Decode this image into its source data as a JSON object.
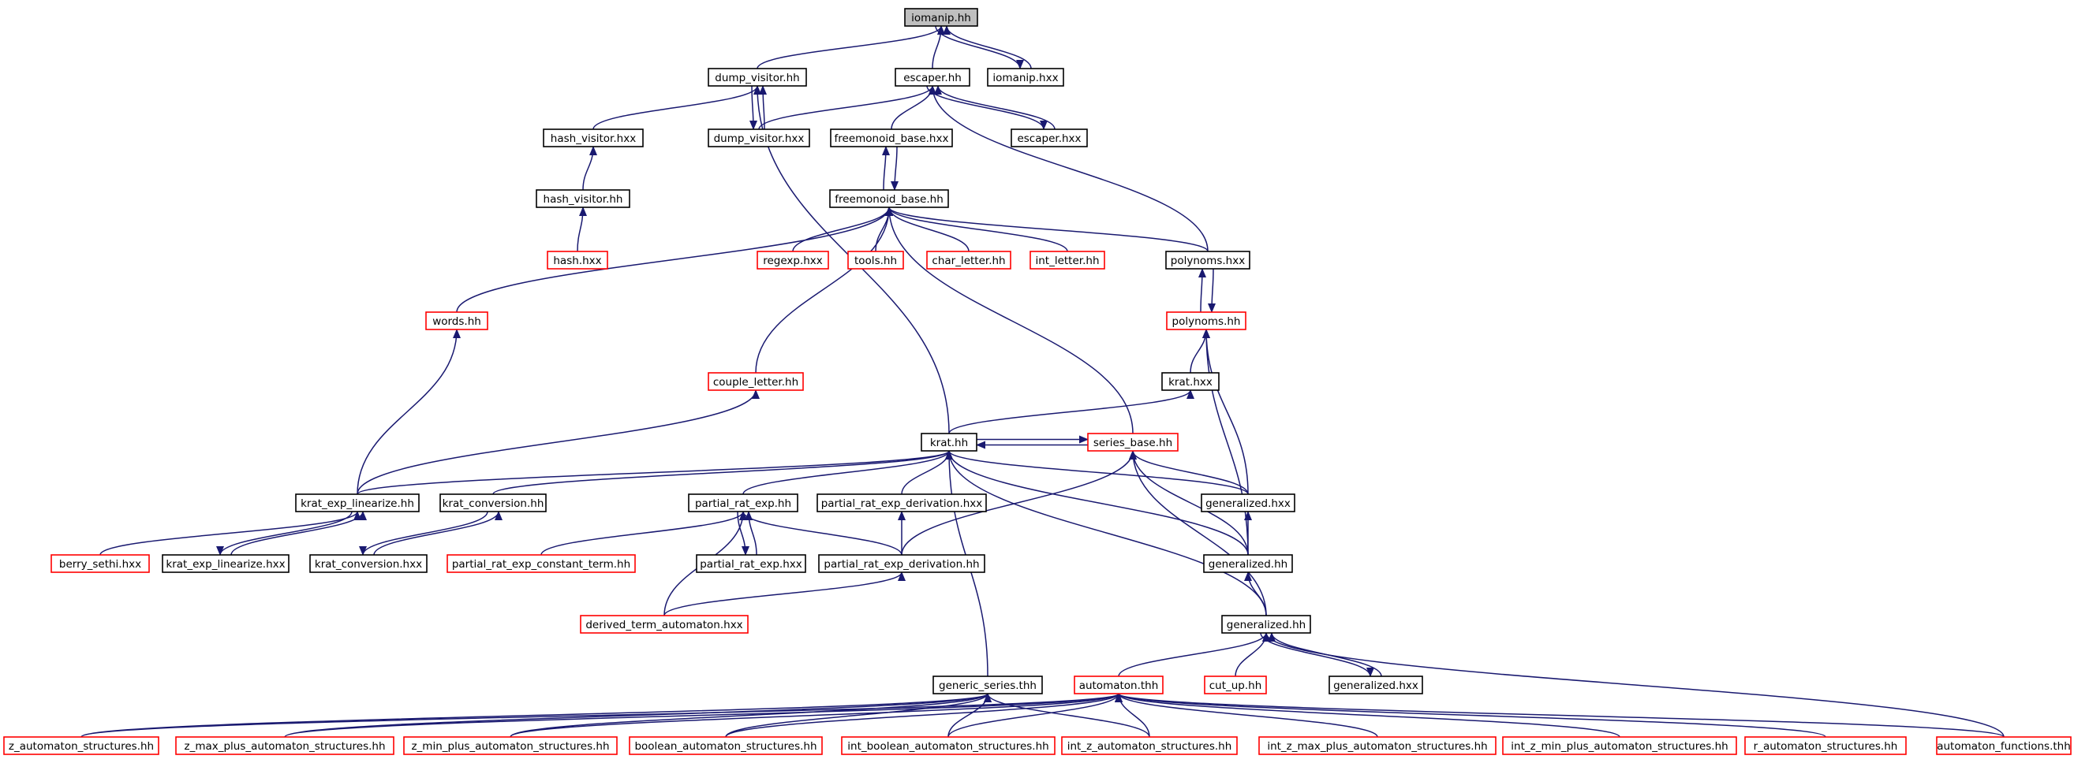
{
  "colors": {
    "edge": "#191970",
    "normal_border": "#000000",
    "incomplete_border": "#ff0000",
    "current_fill": "#bfbfbf",
    "node_fill": "#ffffff",
    "text": "#000000"
  },
  "nodes": {
    "iomanip_hh": {
      "label": "iomanip.hh",
      "style": "current"
    },
    "dump_visitor_hh": {
      "label": "dump_visitor.hh",
      "style": "normal"
    },
    "escaper_hh": {
      "label": "escaper.hh",
      "style": "normal"
    },
    "iomanip_hxx": {
      "label": "iomanip.hxx",
      "style": "normal"
    },
    "hash_visitor_hxx": {
      "label": "hash_visitor.hxx",
      "style": "normal"
    },
    "dump_visitor_hxx": {
      "label": "dump_visitor.hxx",
      "style": "normal"
    },
    "freemonoid_base_hxx": {
      "label": "freemonoid_base.hxx",
      "style": "normal"
    },
    "escaper_hxx": {
      "label": "escaper.hxx",
      "style": "normal"
    },
    "hash_visitor_hh": {
      "label": "hash_visitor.hh",
      "style": "normal"
    },
    "freemonoid_base_hh": {
      "label": "freemonoid_base.hh",
      "style": "normal"
    },
    "hash_hxx": {
      "label": "hash.hxx",
      "style": "incomplete"
    },
    "regexp_hxx": {
      "label": "regexp.hxx",
      "style": "incomplete"
    },
    "tools_hh": {
      "label": "tools.hh",
      "style": "incomplete"
    },
    "char_letter_hh": {
      "label": "char_letter.hh",
      "style": "incomplete"
    },
    "int_letter_hh": {
      "label": "int_letter.hh",
      "style": "incomplete"
    },
    "polynoms_hxx": {
      "label": "polynoms.hxx",
      "style": "normal"
    },
    "words_hh": {
      "label": "words.hh",
      "style": "incomplete"
    },
    "polynoms_hh": {
      "label": "polynoms.hh",
      "style": "incomplete"
    },
    "couple_letter_hh": {
      "label": "couple_letter.hh",
      "style": "incomplete"
    },
    "krat_hxx": {
      "label": "krat.hxx",
      "style": "normal"
    },
    "krat_hh": {
      "label": "krat.hh",
      "style": "normal"
    },
    "series_base_hh": {
      "label": "series_base.hh",
      "style": "incomplete"
    },
    "krat_exp_linearize_hh": {
      "label": "krat_exp_linearize.hh",
      "style": "normal"
    },
    "krat_conversion_hh": {
      "label": "krat_conversion.hh",
      "style": "normal"
    },
    "partial_rat_exp_hh": {
      "label": "partial_rat_exp.hh",
      "style": "normal"
    },
    "partial_rat_exp_derivation_hxx": {
      "label": "partial_rat_exp_derivation.hxx",
      "style": "normal"
    },
    "generalized_hxx_a": {
      "label": "generalized.hxx",
      "style": "normal"
    },
    "berry_sethi_hxx": {
      "label": "berry_sethi.hxx",
      "style": "incomplete"
    },
    "krat_exp_linearize_hxx": {
      "label": "krat_exp_linearize.hxx",
      "style": "normal"
    },
    "krat_conversion_hxx": {
      "label": "krat_conversion.hxx",
      "style": "normal"
    },
    "partial_rat_exp_constant_term_hh": {
      "label": "partial_rat_exp_constant_term.hh",
      "style": "incomplete"
    },
    "partial_rat_exp_hxx": {
      "label": "partial_rat_exp.hxx",
      "style": "normal"
    },
    "partial_rat_exp_derivation_hh": {
      "label": "partial_rat_exp_derivation.hh",
      "style": "normal"
    },
    "generalized_hh_a": {
      "label": "generalized.hh",
      "style": "normal"
    },
    "derived_term_automaton_hxx": {
      "label": "derived_term_automaton.hxx",
      "style": "incomplete"
    },
    "generalized_hh_b": {
      "label": "generalized.hh",
      "style": "normal"
    },
    "generic_series_thh": {
      "label": "generic_series.thh",
      "style": "normal"
    },
    "automaton_thh": {
      "label": "automaton.thh",
      "style": "incomplete"
    },
    "cut_up_hh": {
      "label": "cut_up.hh",
      "style": "incomplete"
    },
    "generalized_hxx_b": {
      "label": "generalized.hxx",
      "style": "normal"
    },
    "z_automaton_structures_hh": {
      "label": "z_automaton_structures.hh",
      "style": "incomplete"
    },
    "z_max_plus_automaton_structures_hh": {
      "label": "z_max_plus_automaton_structures.hh",
      "style": "incomplete"
    },
    "z_min_plus_automaton_structures_hh": {
      "label": "z_min_plus_automaton_structures.hh",
      "style": "incomplete"
    },
    "boolean_automaton_structures_hh": {
      "label": "boolean_automaton_structures.hh",
      "style": "incomplete"
    },
    "int_boolean_automaton_structures_hh": {
      "label": "int_boolean_automaton_structures.hh",
      "style": "incomplete"
    },
    "int_z_automaton_structures_hh": {
      "label": "int_z_automaton_structures.hh",
      "style": "incomplete"
    },
    "int_z_max_plus_automaton_structures_hh": {
      "label": "int_z_max_plus_automaton_structures.hh",
      "style": "incomplete"
    },
    "int_z_min_plus_automaton_structures_hh": {
      "label": "int_z_min_plus_automaton_structures.hh",
      "style": "incomplete"
    },
    "r_automaton_structures_hh": {
      "label": "r_automaton_structures.hh",
      "style": "incomplete"
    },
    "automaton_functions_thh": {
      "label": "automaton_functions.thh",
      "style": "incomplete"
    }
  },
  "edges": [
    [
      "dump_visitor_hh",
      "iomanip_hh"
    ],
    [
      "escaper_hh",
      "iomanip_hh"
    ],
    [
      "iomanip_hxx",
      "iomanip_hh"
    ],
    [
      "iomanip_hh",
      "iomanip_hxx"
    ],
    [
      "hash_visitor_hxx",
      "dump_visitor_hh"
    ],
    [
      "dump_visitor_hxx",
      "dump_visitor_hh"
    ],
    [
      "dump_visitor_hh",
      "dump_visitor_hxx"
    ],
    [
      "krat_hh",
      "dump_visitor_hh"
    ],
    [
      "dump_visitor_hxx",
      "escaper_hh"
    ],
    [
      "freemonoid_base_hxx",
      "escaper_hh"
    ],
    [
      "escaper_hxx",
      "escaper_hh"
    ],
    [
      "escaper_hh",
      "escaper_hxx"
    ],
    [
      "polynoms_hxx",
      "escaper_hh"
    ],
    [
      "hash_visitor_hh",
      "hash_visitor_hxx"
    ],
    [
      "hash_hxx",
      "hash_visitor_hh"
    ],
    [
      "freemonoid_base_hh",
      "freemonoid_base_hxx"
    ],
    [
      "freemonoid_base_hxx",
      "freemonoid_base_hh"
    ],
    [
      "regexp_hxx",
      "freemonoid_base_hh"
    ],
    [
      "tools_hh",
      "freemonoid_base_hh"
    ],
    [
      "char_letter_hh",
      "freemonoid_base_hh"
    ],
    [
      "int_letter_hh",
      "freemonoid_base_hh"
    ],
    [
      "polynoms_hxx",
      "freemonoid_base_hh"
    ],
    [
      "words_hh",
      "freemonoid_base_hh"
    ],
    [
      "couple_letter_hh",
      "freemonoid_base_hh"
    ],
    [
      "series_base_hh",
      "freemonoid_base_hh"
    ],
    [
      "polynoms_hh",
      "polynoms_hxx"
    ],
    [
      "polynoms_hxx",
      "polynoms_hh"
    ],
    [
      "krat_hxx",
      "polynoms_hh"
    ],
    [
      "generalized_hxx_a",
      "polynoms_hh"
    ],
    [
      "generalized_hh_a",
      "polynoms_hh"
    ],
    [
      "krat_exp_linearize_hh",
      "words_hh"
    ],
    [
      "krat_exp_linearize_hh",
      "couple_letter_hh"
    ],
    [
      "krat_hh",
      "krat_hxx"
    ],
    [
      "krat_exp_linearize_hh",
      "krat_hh"
    ],
    [
      "krat_conversion_hh",
      "krat_hh"
    ],
    [
      "partial_rat_exp_hh",
      "krat_hh"
    ],
    [
      "partial_rat_exp_derivation_hxx",
      "krat_hh"
    ],
    [
      "generalized_hxx_a",
      "krat_hh"
    ],
    [
      "generalized_hh_a",
      "krat_hh"
    ],
    [
      "generalized_hh_b",
      "krat_hh"
    ],
    [
      "generic_series_thh",
      "krat_hh"
    ],
    [
      "series_base_hh",
      "krat_hh"
    ],
    [
      "krat_hh",
      "series_base_hh"
    ],
    [
      "generalized_hxx_a",
      "series_base_hh"
    ],
    [
      "generalized_hh_a",
      "series_base_hh"
    ],
    [
      "partial_rat_exp_derivation_hh",
      "series_base_hh"
    ],
    [
      "generalized_hh_b",
      "series_base_hh"
    ],
    [
      "berry_sethi_hxx",
      "krat_exp_linearize_hh"
    ],
    [
      "krat_exp_linearize_hxx",
      "krat_exp_linearize_hh"
    ],
    [
      "krat_exp_linearize_hh",
      "krat_exp_linearize_hxx"
    ],
    [
      "krat_conversion_hxx",
      "krat_conversion_hh"
    ],
    [
      "krat_conversion_hh",
      "krat_conversion_hxx"
    ],
    [
      "partial_rat_exp_constant_term_hh",
      "partial_rat_exp_hh"
    ],
    [
      "partial_rat_exp_hxx",
      "partial_rat_exp_hh"
    ],
    [
      "partial_rat_exp_hh",
      "partial_rat_exp_hxx"
    ],
    [
      "partial_rat_exp_derivation_hh",
      "partial_rat_exp_hh"
    ],
    [
      "derived_term_automaton_hxx",
      "partial_rat_exp_hh"
    ],
    [
      "partial_rat_exp_derivation_hh",
      "partial_rat_exp_derivation_hxx"
    ],
    [
      "derived_term_automaton_hxx",
      "partial_rat_exp_derivation_hh"
    ],
    [
      "generalized_hh_a",
      "generalized_hxx_a"
    ],
    [
      "generalized_hh_b",
      "generalized_hh_a"
    ],
    [
      "automaton_thh",
      "generalized_hh_b"
    ],
    [
      "cut_up_hh",
      "generalized_hh_b"
    ],
    [
      "generalized_hxx_b",
      "generalized_hh_b"
    ],
    [
      "generalized_hh_b",
      "generalized_hxx_b"
    ],
    [
      "automaton_functions_thh",
      "generalized_hh_b"
    ],
    [
      "z_automaton_structures_hh",
      "generic_series_thh"
    ],
    [
      "z_max_plus_automaton_structures_hh",
      "generic_series_thh"
    ],
    [
      "z_min_plus_automaton_structures_hh",
      "generic_series_thh"
    ],
    [
      "boolean_automaton_structures_hh",
      "generic_series_thh"
    ],
    [
      "int_boolean_automaton_structures_hh",
      "generic_series_thh"
    ],
    [
      "int_z_automaton_structures_hh",
      "generic_series_thh"
    ],
    [
      "z_automaton_structures_hh",
      "automaton_thh"
    ],
    [
      "z_max_plus_automaton_structures_hh",
      "automaton_thh"
    ],
    [
      "z_min_plus_automaton_structures_hh",
      "automaton_thh"
    ],
    [
      "boolean_automaton_structures_hh",
      "automaton_thh"
    ],
    [
      "int_boolean_automaton_structures_hh",
      "automaton_thh"
    ],
    [
      "int_z_automaton_structures_hh",
      "automaton_thh"
    ],
    [
      "int_z_max_plus_automaton_structures_hh",
      "automaton_thh"
    ],
    [
      "int_z_min_plus_automaton_structures_hh",
      "automaton_thh"
    ],
    [
      "r_automaton_structures_hh",
      "automaton_thh"
    ],
    [
      "automaton_functions_thh",
      "automaton_thh"
    ]
  ]
}
